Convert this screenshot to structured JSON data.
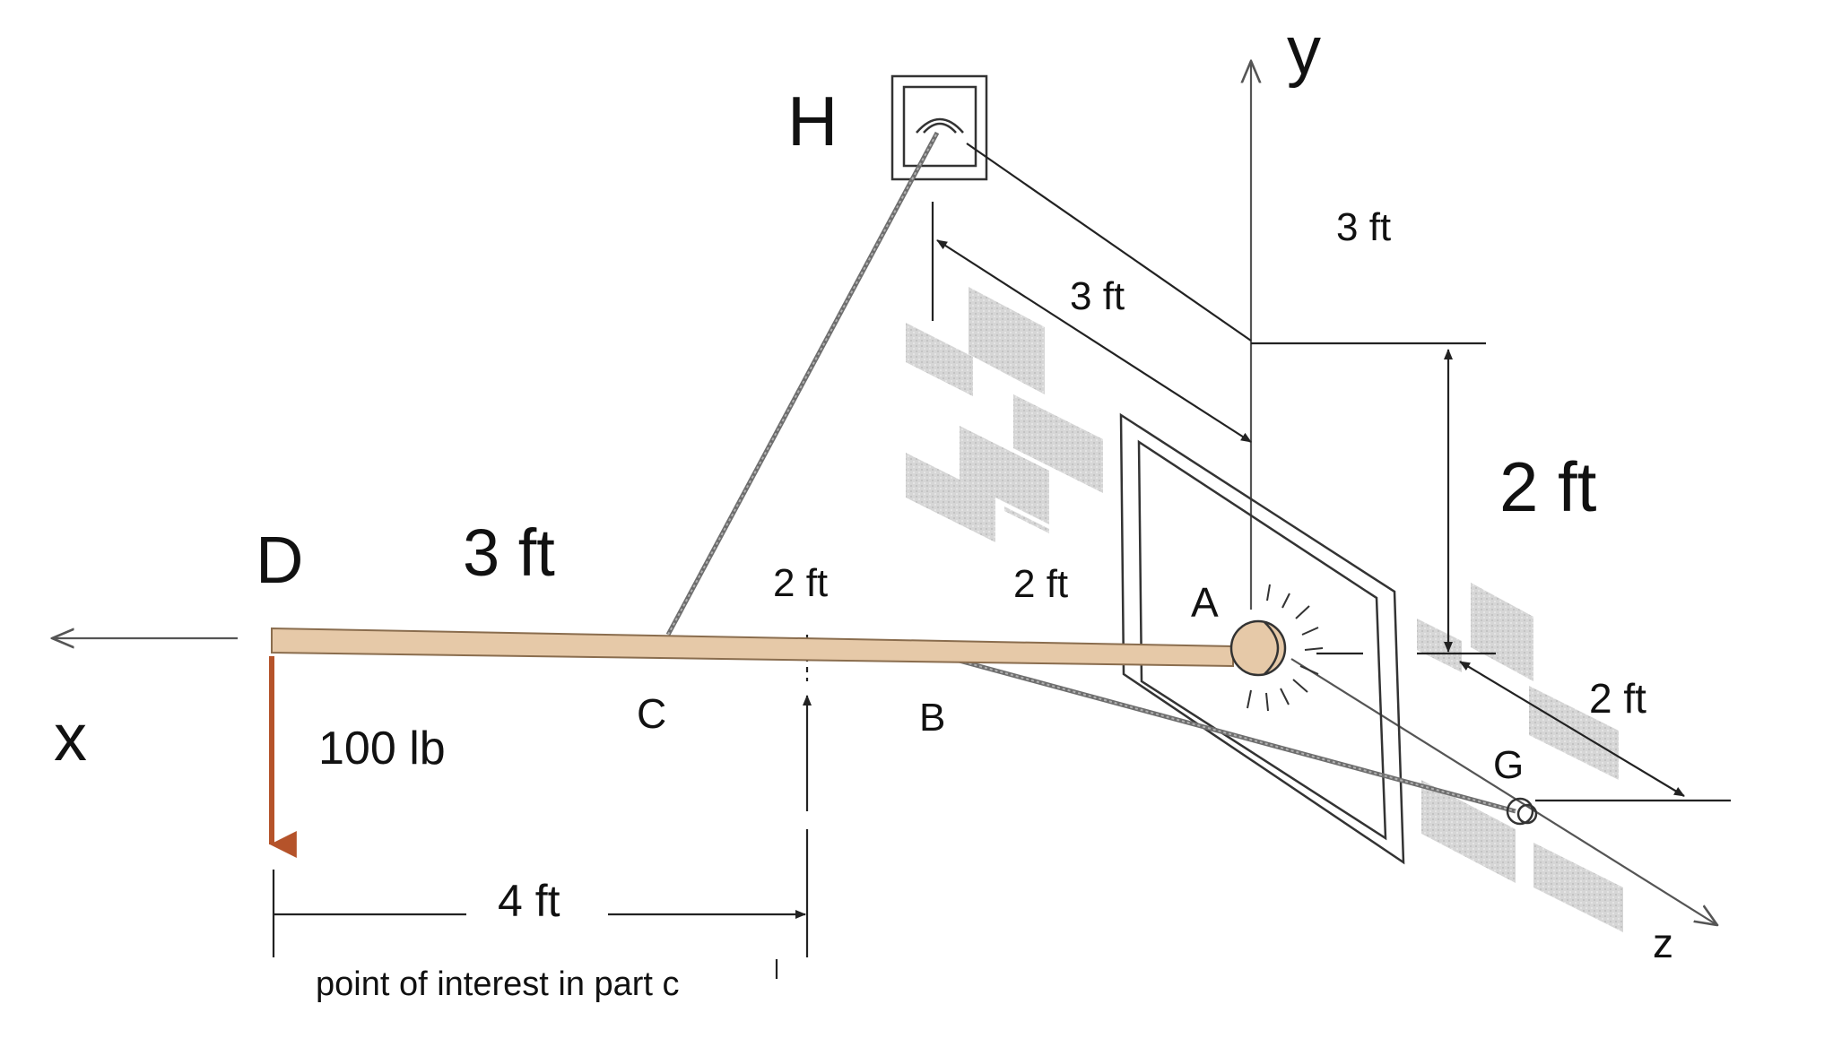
{
  "points": {
    "D": "D",
    "C": "C",
    "B": "B",
    "A": "A",
    "H": "H",
    "G": "G"
  },
  "axes": {
    "x": "x",
    "y": "y",
    "z": "z"
  },
  "dimensions": {
    "dc": "3 ft",
    "c_mid": "2 ft",
    "mid_b": "2 ft",
    "h_a_diag": "3 ft",
    "wall_horizontal": "3 ft",
    "wall_vertical": "2 ft",
    "a_g": "2 ft",
    "d_to_point": "4 ft"
  },
  "load": {
    "label": "100 lb",
    "color": "#b5532a"
  },
  "note": "point of interest in part c",
  "colors": {
    "boom": "#e6c9a8",
    "load": "#b5532a",
    "cable": "#666666"
  }
}
